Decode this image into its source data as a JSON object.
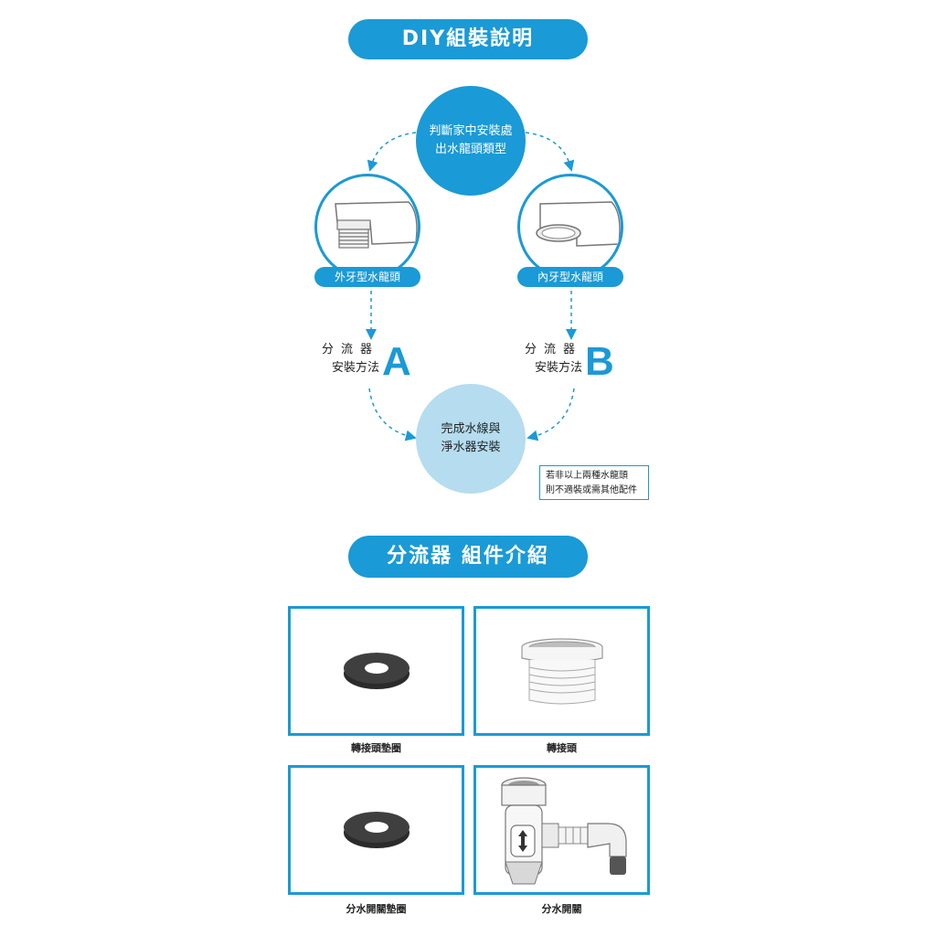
{
  "header": {
    "title": "DIY組裝說明"
  },
  "flow": {
    "start_line1": "判斷家中安裝處",
    "start_line2": "出水龍頭類型",
    "type_a_label": "外牙型水龍頭",
    "type_b_label": "內牙型水龍頭",
    "method_a_line1": "分流器",
    "method_a_line2": "安裝方法",
    "method_a_letter": "A",
    "method_b_line1": "分流器",
    "method_b_line2": "安裝方法",
    "method_b_letter": "B",
    "end_line1": "完成水線與",
    "end_line2": "淨水器安裝",
    "note_line1": "若非以上兩種水龍頭",
    "note_line2": "則不適裝或需其他配件"
  },
  "components": {
    "title": "分流器 組件介紹",
    "items": [
      {
        "label": "轉接頭墊圈",
        "icon": "washer-icon"
      },
      {
        "label": "轉接頭",
        "icon": "adapter-icon"
      },
      {
        "label": "分水開關墊圈",
        "icon": "washer-icon"
      },
      {
        "label": "分水開關",
        "icon": "diverter-valve-icon"
      }
    ]
  },
  "colors": {
    "accent": "#1a9ad6",
    "light_accent": "#b5dcef",
    "washer": "#3a3a3a"
  }
}
